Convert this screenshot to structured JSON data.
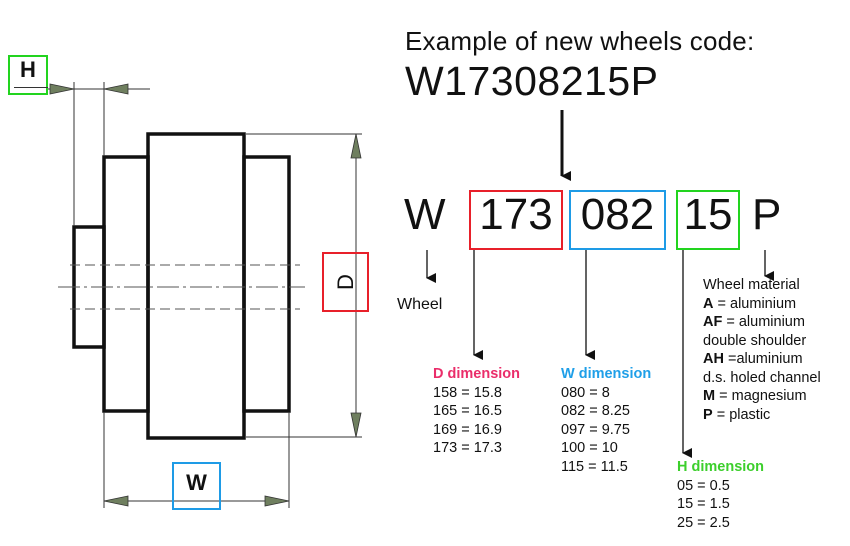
{
  "title": "Example of new wheels code:",
  "code_example": "W17308215P",
  "segments": {
    "w": "W",
    "d": "173",
    "wd": "082",
    "h": "15",
    "p": "P"
  },
  "labels": {
    "h_dim": "H",
    "w_dim": "W",
    "d_dim": "D",
    "wheel": "Wheel"
  },
  "colors": {
    "d": "#e8202a",
    "w": "#1e9be6",
    "h": "#22d41f",
    "d_head": "#ea2d6a",
    "w_head": "#1f9fe8",
    "h_head": "#3ccf2c"
  },
  "d_dimension": {
    "heading": "D dimension",
    "rows": [
      "158 = 15.8",
      "165 = 16.5",
      "169 = 16.9",
      "173 = 17.3"
    ]
  },
  "w_dimension": {
    "heading": "W dimension",
    "rows": [
      "080 = 8",
      "082 = 8.25",
      "097 = 9.75",
      "100 = 10",
      "115 = 11.5"
    ]
  },
  "h_dimension": {
    "heading": "H dimension",
    "rows": [
      "05 = 0.5",
      "15 = 1.5",
      "25 = 2.5"
    ]
  },
  "wheel_material": {
    "heading": "Wheel material",
    "items": [
      {
        "key": "A",
        "text": " = aluminium"
      },
      {
        "key": "AF",
        "text": " = aluminium"
      },
      {
        "key": "",
        "text": "double shoulder"
      },
      {
        "key": "AH",
        "text": " =aluminium"
      },
      {
        "key": "",
        "text": "d.s. holed channel"
      },
      {
        "key": "M",
        "text": " = magnesium"
      },
      {
        "key": "P",
        "text": " = plastic"
      }
    ]
  }
}
